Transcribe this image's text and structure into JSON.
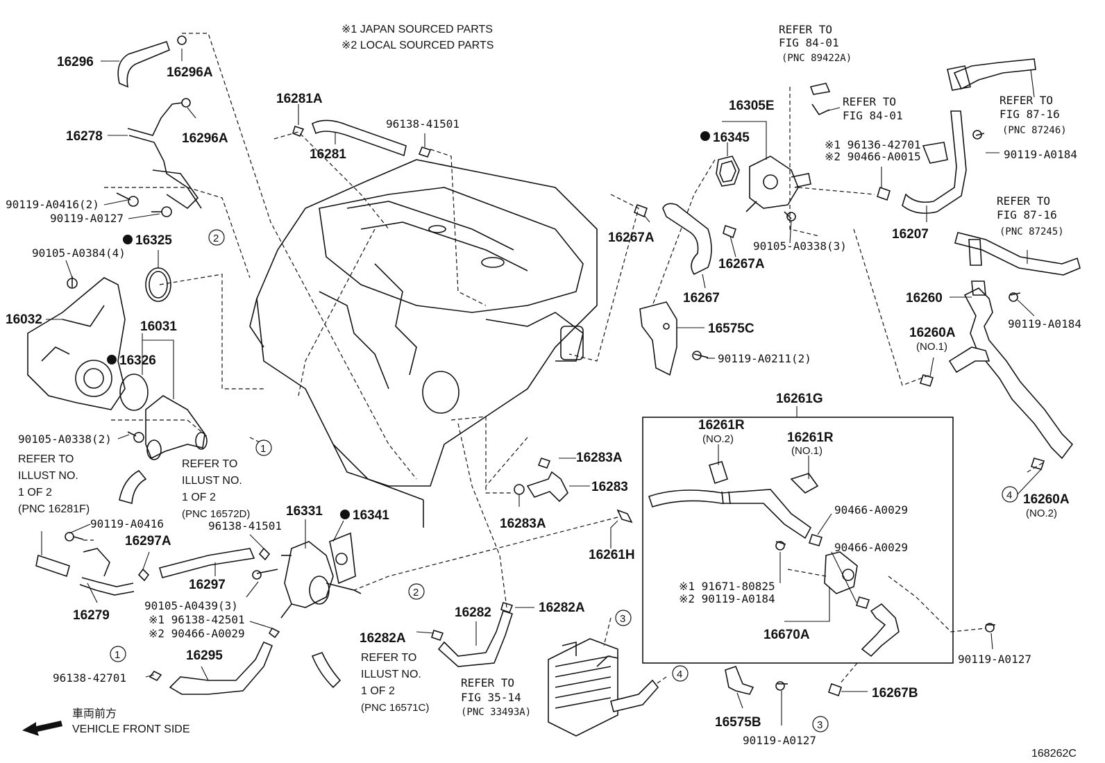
{
  "legend": {
    "line1": "※1 JAPAN SOURCED PARTS",
    "line2": "※2 LOCAL SOURCED PARTS"
  },
  "diagram_id": "168262C",
  "front_side": {
    "jp": "車両前方",
    "en": "VEHICLE FRONT SIDE"
  },
  "circle_refs": [
    "1",
    "2",
    "3",
    "4"
  ],
  "box_title": "16261G",
  "labels": {
    "p16296": "16296",
    "p16296A_1": "16296A",
    "p16296A_2": "16296A",
    "p16278": "16278",
    "p90119A0416_2": "90119-A0416(2)",
    "p90119A0127_a": "90119-A0127",
    "p90105A0384": "90105-A0384(4)",
    "p16325": "16325",
    "p16032": "16032",
    "p16031": "16031",
    "p16326": "16326",
    "p90105A0338_2": "90105-A0338(2)",
    "p90119A0416": "90119-A0416",
    "p16297A": "16297A",
    "p16279": "16279",
    "p16297": "16297",
    "p96138_41501_a": "96138-41501",
    "p16331": "16331",
    "p16341": "16341",
    "p90105A0439": "90105-A0439(3)",
    "p96138_42501": "※1 96138-42501",
    "p90466A0029_a": "※2 90466-A0029",
    "p16295": "16295",
    "p96138_42701": "96138-42701",
    "p16281A": "16281A",
    "p16281": "16281",
    "p96138_41501_b": "96138-41501",
    "p16283A_1": "16283A",
    "p16283": "16283",
    "p16283A_2": "16283A",
    "p16261H": "16261H",
    "p16282": "16282",
    "p16282A_1": "16282A",
    "p16282A_2": "16282A",
    "p16305E": "16305E",
    "p16345": "16345",
    "p16267A_1": "16267A",
    "p16267A_2": "16267A",
    "p90105A0338_3": "90105-A0338(3)",
    "p16267": "16267",
    "p16575C": "16575C",
    "p90119A0211": "90119-A0211(2)",
    "p96136_42701": "※1 96136-42701",
    "p90466A0015": "※2 90466-A0015",
    "p90119A0184_a": "90119-A0184",
    "p16207": "16207",
    "p16260": "16260",
    "p90119A0184_b": "90119-A0184",
    "p16260A_1": "16260A",
    "p16260A_1_note": "(NO.1)",
    "p16260A_2": "16260A",
    "p16260A_2_note": "(NO.2)",
    "p16261R_1": "16261R",
    "p16261R_1_note": "(NO.2)",
    "p16261R_2": "16261R",
    "p16261R_2_note": "(NO.1)",
    "p90466A0029_b": "90466-A0029",
    "p90466A0029_c": "90466-A0029",
    "p91671_80825": "※1 91671-80825",
    "p90119A0184_c": "※2 90119-A0184",
    "p16670A": "16670A",
    "p90119A0127_b": "90119-A0127",
    "p16575B": "16575B",
    "p90119A0127_c": "90119-A0127",
    "p16267B": "16267B"
  },
  "refs": {
    "fig8401_a": [
      "REFER TO",
      "FIG 84-01",
      "(PNC 89422A)"
    ],
    "fig8401_b": [
      "REFER TO",
      "FIG 84-01"
    ],
    "fig8716_a": [
      "REFER TO",
      "FIG 87-16",
      "(PNC 87246)"
    ],
    "fig8716_b": [
      "REFER TO",
      "FIG 87-16",
      "(PNC 87245)"
    ],
    "illust_16281F": [
      "REFER TO",
      "ILLUST NO.",
      "1 OF 2",
      "(PNC 16281F)"
    ],
    "illust_16572D": [
      "REFER TO",
      "ILLUST NO.",
      "1 OF 2",
      "(PNC 16572D)"
    ],
    "illust_16571C": [
      "REFER TO",
      "ILLUST NO.",
      "1 OF 2",
      "(PNC 16571C)"
    ],
    "fig3514": [
      "REFER TO",
      "FIG 35-14",
      "(PNC 33493A)"
    ]
  },
  "colors": {
    "ink": "#111111",
    "background": "#ffffff"
  }
}
